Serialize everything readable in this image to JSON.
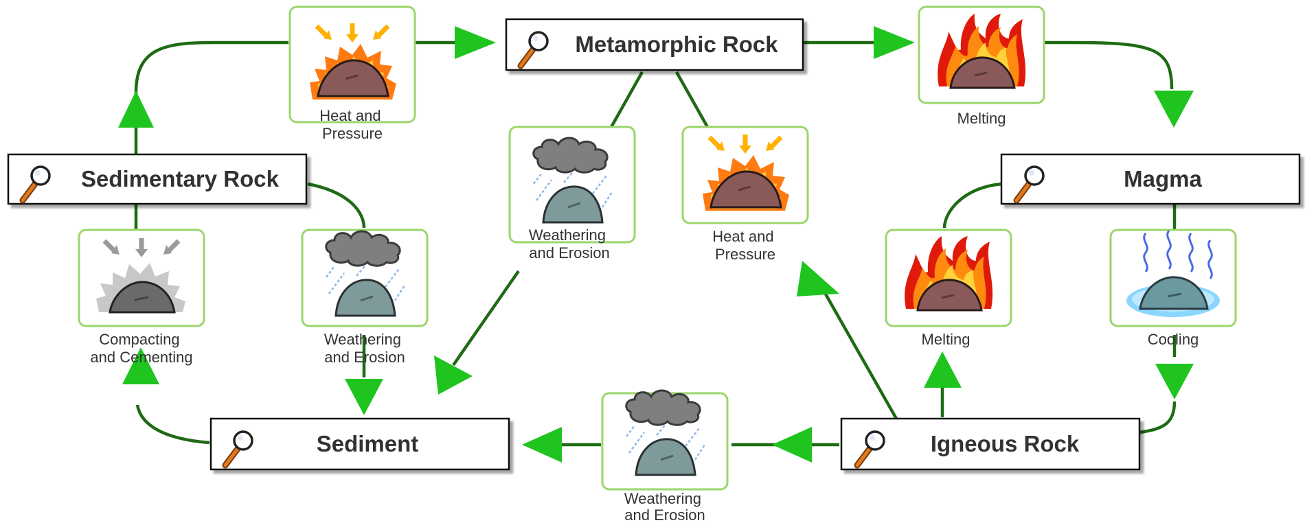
{
  "rocks": {
    "metamorphic": "Metamorphic Rock",
    "sedimentary": "Sedimentary Rock",
    "magma": "Magma",
    "sediment": "Sediment",
    "igneous": "Igneous Rock"
  },
  "processes": {
    "heat_pressure_top": [
      "Heat and",
      "Pressure"
    ],
    "melting_top": [
      "Melting"
    ],
    "weathering_center": [
      "Weathering",
      "and Erosion"
    ],
    "heat_pressure_center": [
      "Heat and",
      "Pressure"
    ],
    "compacting": [
      "Compacting",
      "and Cementing"
    ],
    "weathering_left": [
      "Weathering",
      "and Erosion"
    ],
    "melting_right": [
      "Melting"
    ],
    "cooling": [
      "Cooling"
    ],
    "weathering_bottom": [
      "Weathering",
      "and Erosion"
    ]
  },
  "colors": {
    "flow_line": "#1e6b14",
    "arrow": "#1fc41f",
    "tile_border": "#9ad66b",
    "box_border": "#000000",
    "text": "#333333"
  }
}
